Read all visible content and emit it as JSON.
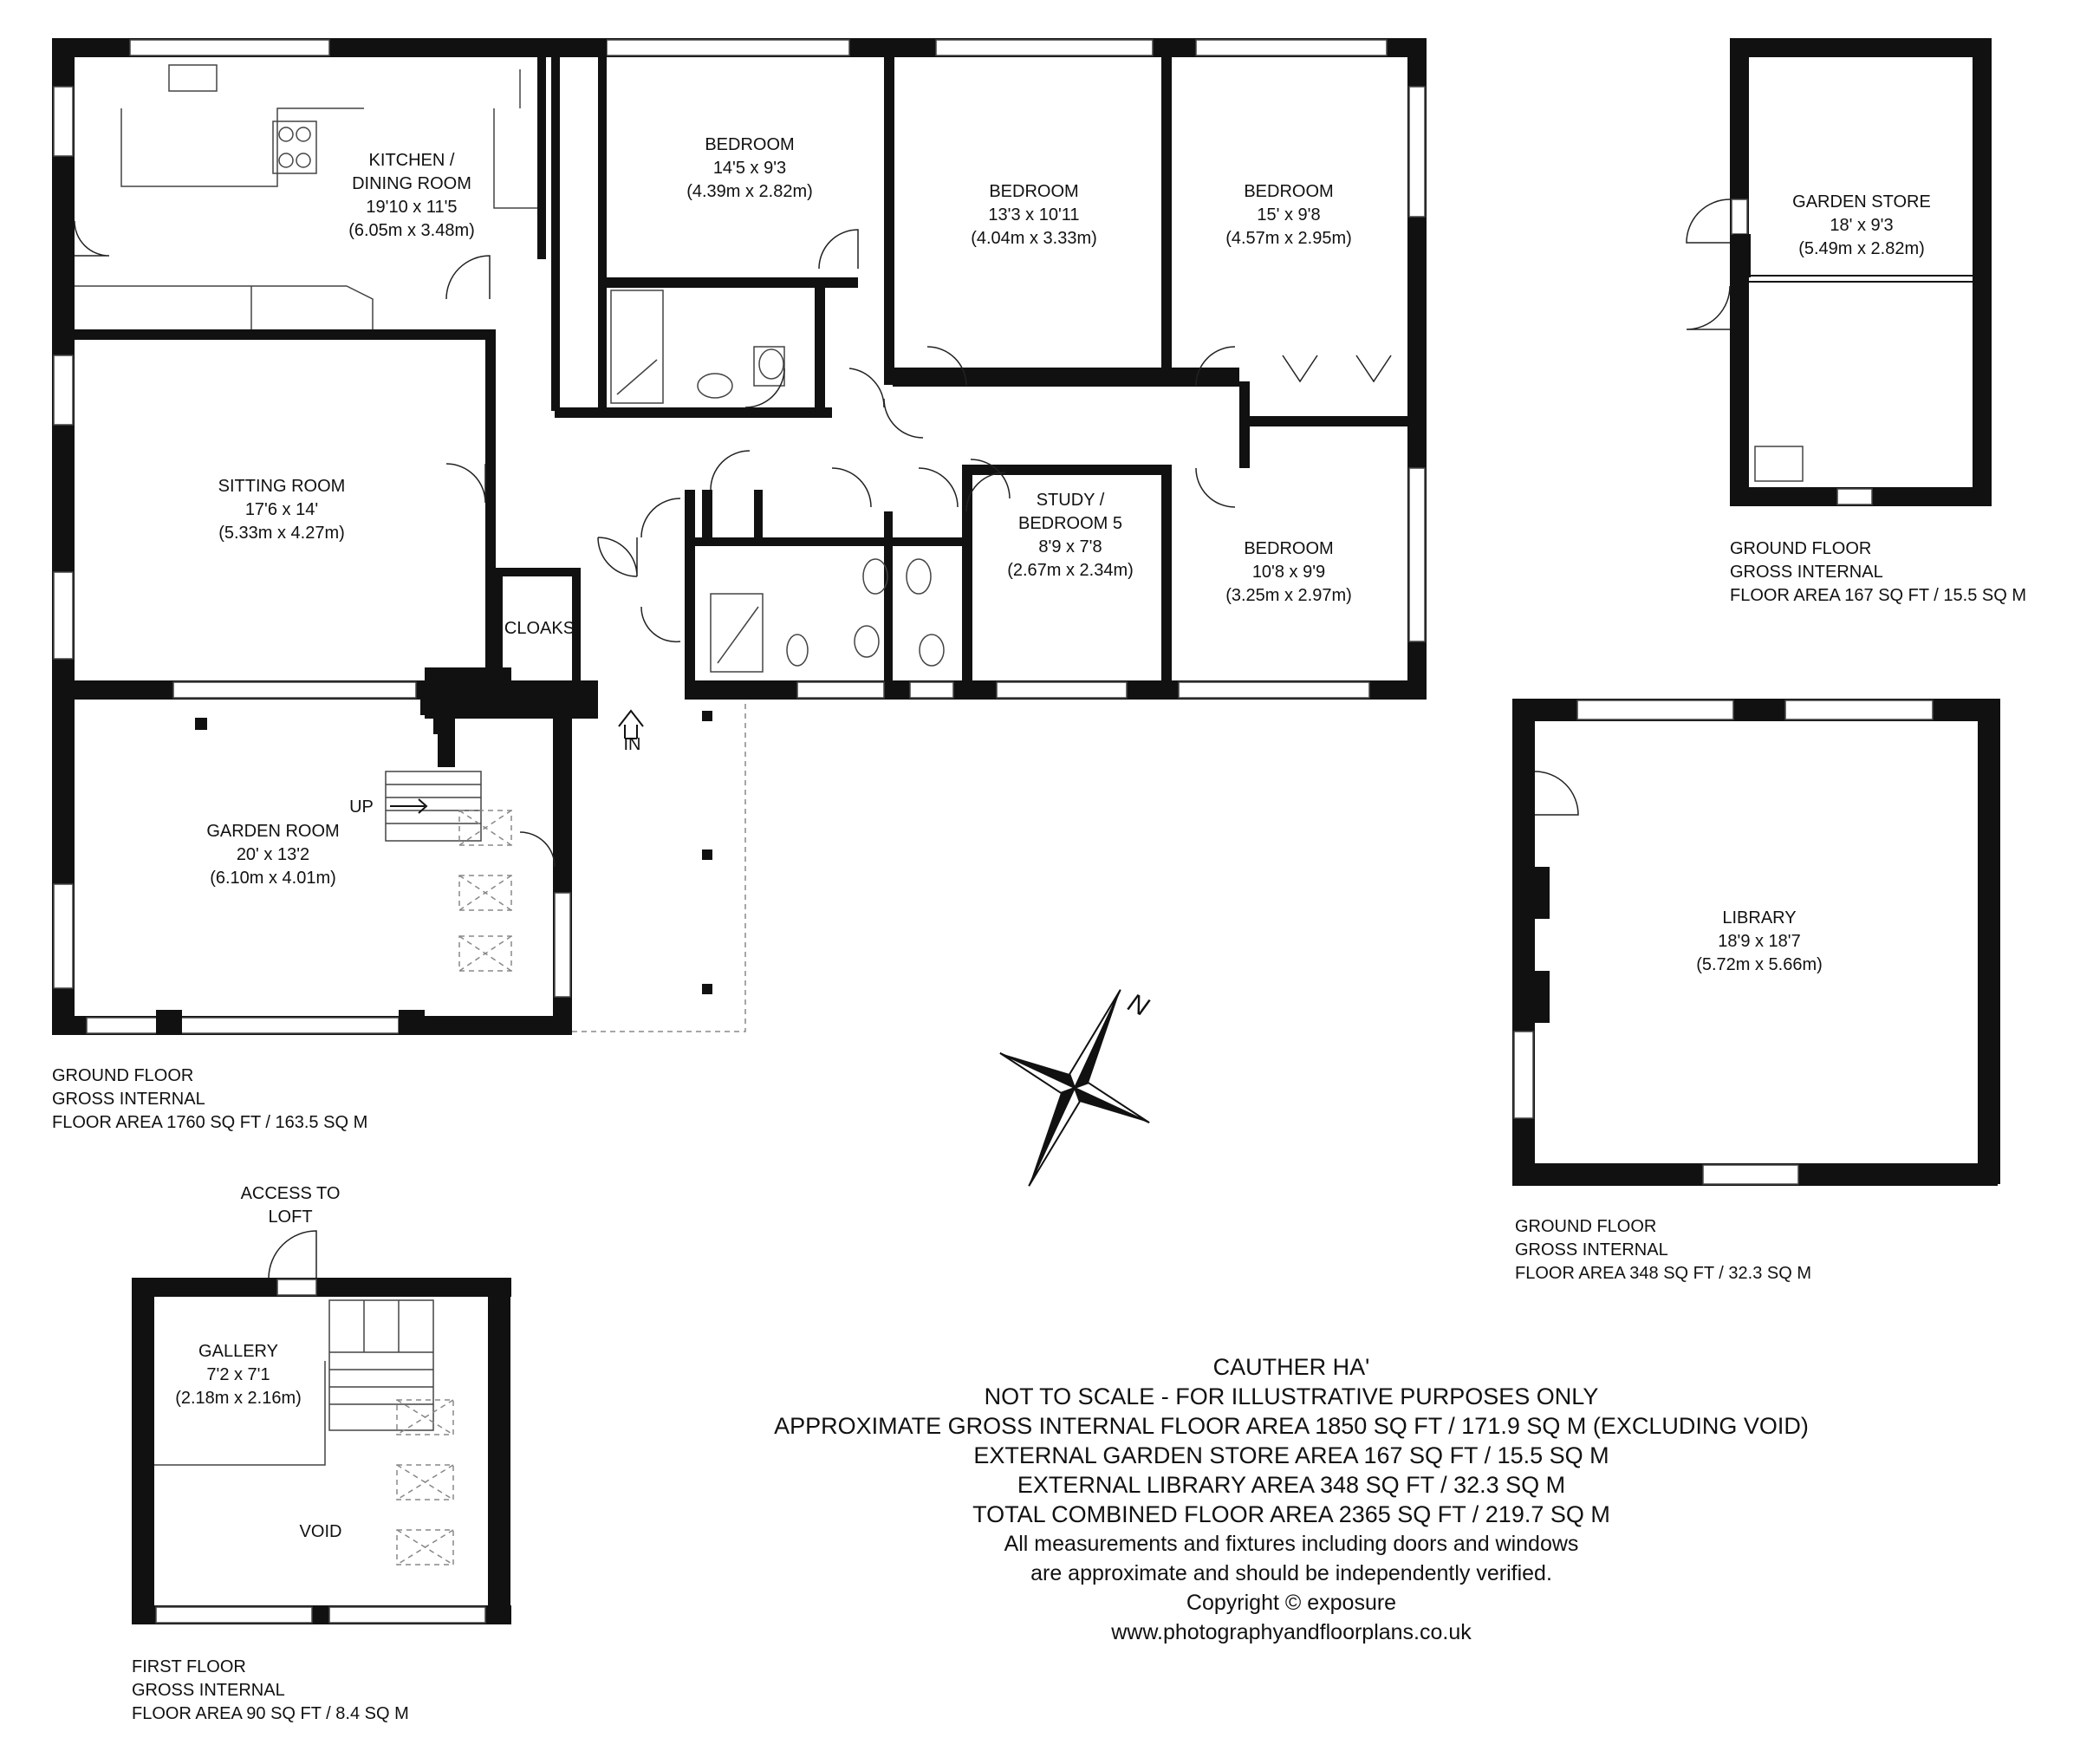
{
  "rooms": {
    "kitchen": {
      "name": "KITCHEN /",
      "name2": "DINING ROOM",
      "imperial": "19'10 x 11'5",
      "metric": "(6.05m x 3.48m)"
    },
    "bedroom1": {
      "name": "BEDROOM",
      "imperial": "14'5 x 9'3",
      "metric": "(4.39m x 2.82m)"
    },
    "bedroom2": {
      "name": "BEDROOM",
      "imperial": "13'3 x 10'11",
      "metric": "(4.04m x 3.33m)"
    },
    "bedroom3": {
      "name": "BEDROOM",
      "imperial": "15' x 9'8",
      "metric": "(4.57m x 2.95m)"
    },
    "sitting": {
      "name": "SITTING ROOM",
      "imperial": "17'6 x 14'",
      "metric": "(5.33m x 4.27m)"
    },
    "study": {
      "name": "STUDY /",
      "name2": "BEDROOM 5",
      "imperial": "8'9 x 7'8",
      "metric": "(2.67m x 2.34m)"
    },
    "bedroom4": {
      "name": "BEDROOM",
      "imperial": "10'8 x 9'9",
      "metric": "(3.25m x 2.97m)"
    },
    "cloaks": {
      "name": "CLOAKS"
    },
    "garden_room": {
      "name": "GARDEN ROOM",
      "imperial": "20' x 13'2",
      "metric": "(6.10m x 4.01m)"
    },
    "garden_store": {
      "name": "GARDEN STORE",
      "imperial": "18' x 9'3",
      "metric": "(5.49m x 2.82m)"
    },
    "library": {
      "name": "LIBRARY",
      "imperial": "18'9 x 18'7",
      "metric": "(5.72m x 5.66m)"
    },
    "gallery": {
      "name": "GALLERY",
      "imperial": "7'2 x 7'1",
      "metric": "(2.18m x 2.16m)"
    },
    "void": {
      "name": "VOID"
    }
  },
  "markers": {
    "up": "UP",
    "in": "IN",
    "loft_1": "ACCESS TO",
    "loft_2": "LOFT",
    "north": "N"
  },
  "floor_areas": {
    "main": {
      "line1": "GROUND FLOOR",
      "line2": "GROSS INTERNAL",
      "line3": "FLOOR AREA 1760 SQ FT / 163.5 SQ M"
    },
    "garden_store": {
      "line1": "GROUND FLOOR",
      "line2": "GROSS INTERNAL",
      "line3": "FLOOR AREA 167 SQ FT / 15.5 SQ M"
    },
    "library": {
      "line1": "GROUND FLOOR",
      "line2": "GROSS INTERNAL",
      "line3": "FLOOR AREA 348 SQ FT / 32.3 SQ M"
    },
    "first_floor": {
      "line1": "FIRST FLOOR",
      "line2": "GROSS INTERNAL",
      "line3": "FLOOR AREA 90 SQ FT / 8.4 SQ M"
    }
  },
  "summary": {
    "title": "CAUTHER HA'",
    "line1": "NOT TO SCALE - FOR ILLUSTRATIVE PURPOSES ONLY",
    "line2": "APPROXIMATE GROSS INTERNAL FLOOR AREA 1850 SQ FT / 171.9 SQ M (EXCLUDING VOID)",
    "line3": "EXTERNAL GARDEN STORE AREA 167 SQ FT / 15.5 SQ M",
    "line4": "EXTERNAL LIBRARY AREA 348 SQ FT / 32.3 SQ M",
    "line5": "TOTAL COMBINED FLOOR AREA 2365 SQ FT / 219.7 SQ M",
    "line6": "All measurements and fixtures including doors and windows",
    "line7": "are approximate and should be independently verified.",
    "line8": "Copyright © exposure",
    "line9": "www.photographyandfloorplans.co.uk"
  }
}
